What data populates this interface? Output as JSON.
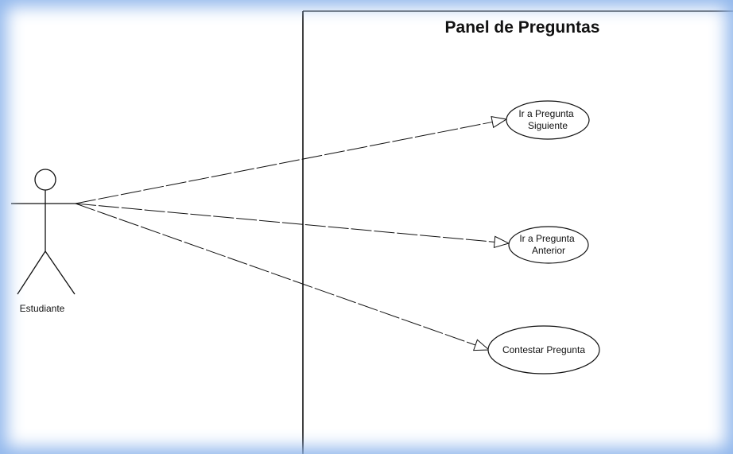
{
  "system": {
    "title": "Panel de Preguntas"
  },
  "actor": {
    "name": "Estudiante"
  },
  "use_cases": [
    {
      "line1": "Ir a Pregunta",
      "line2": "Siguiente"
    },
    {
      "line1": "Ir a Pregunta",
      "line2": "Anterior"
    },
    {
      "line1": "Contestar Pregunta",
      "line2": ""
    }
  ],
  "colors": {
    "border_glow": "#8fb6ec",
    "stroke": "#111111",
    "background": "#ffffff"
  }
}
